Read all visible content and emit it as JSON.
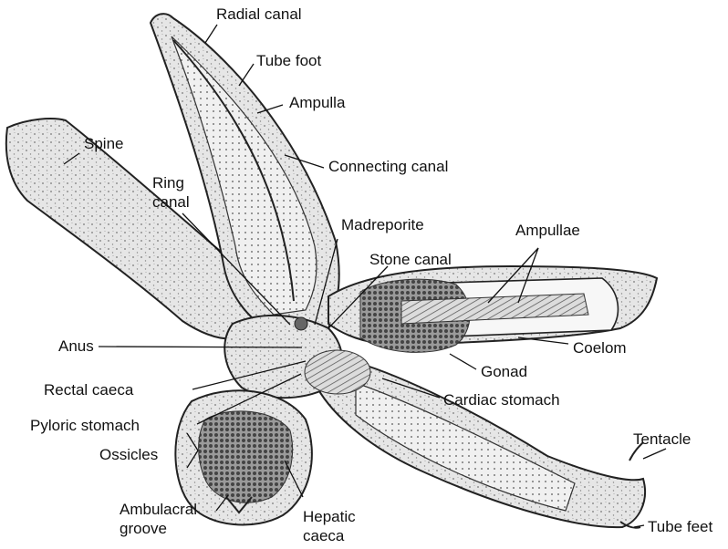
{
  "labels": {
    "radial_canal": "Radial canal",
    "tube_foot": "Tube foot",
    "ampulla": "Ampulla",
    "spine": "Spine",
    "connecting_canal": "Connecting canal",
    "ring_canal_1": "Ring",
    "ring_canal_2": "canal",
    "madreporite": "Madreporite",
    "ampullae": "Ampullae",
    "stone_canal": "Stone canal",
    "anus": "Anus",
    "coelom": "Coelom",
    "gonad": "Gonad",
    "rectal_caeca": "Rectal caeca",
    "cardiac_stomach": "Cardiac stomach",
    "pyloric_stomach": "Pyloric stomach",
    "ossicles": "Ossicles",
    "tentacle": "Tentacle",
    "ambulacral_groove_1": "Ambulacral",
    "ambulacral_groove_2": "groove",
    "hepatic_caeca_1": "Hepatic",
    "hepatic_caeca_2": "caeca",
    "tube_feet": "Tube feet"
  },
  "colors": {
    "body_fill": "#e4e4e4",
    "dark_tissue": "#8a8a8a",
    "line": "#111111"
  }
}
